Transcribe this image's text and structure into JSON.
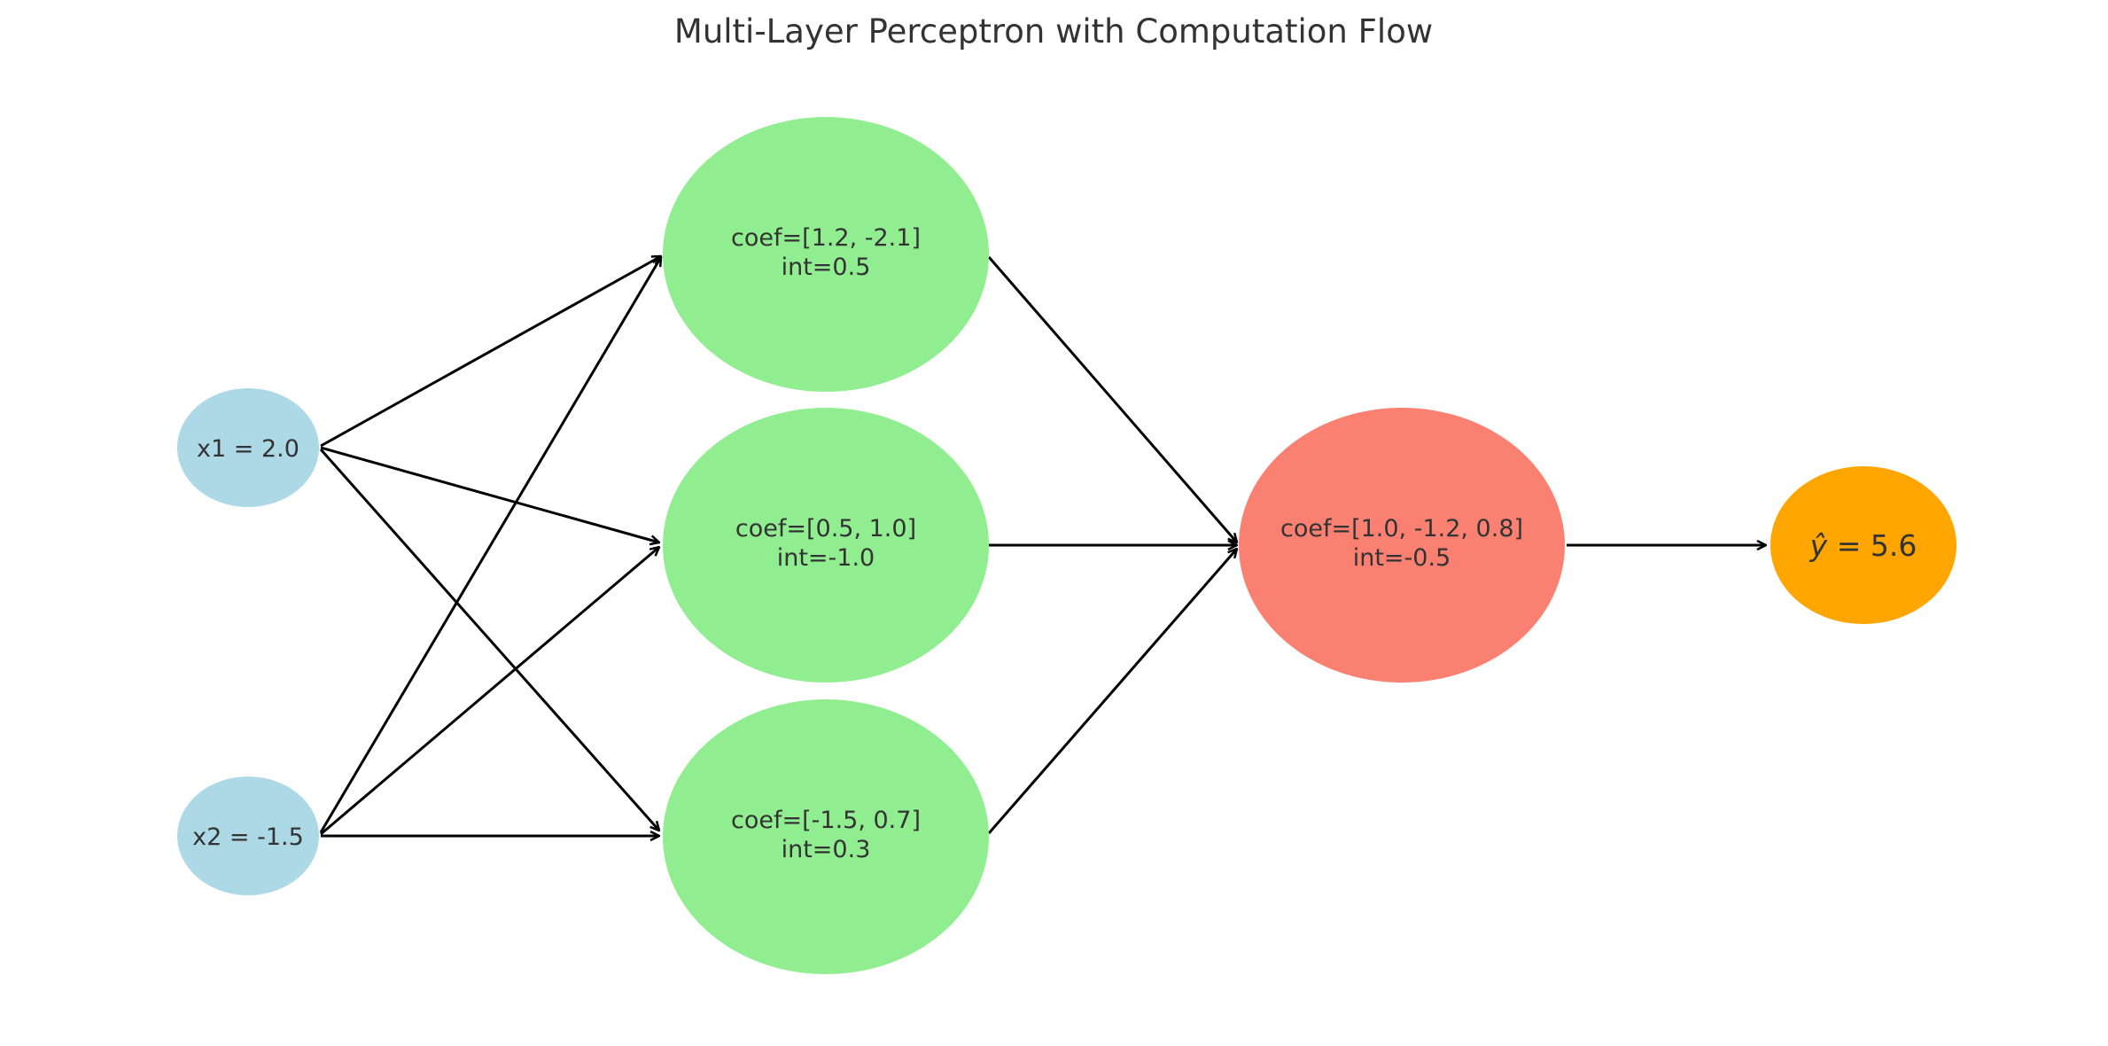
{
  "title": "Multi-Layer Perceptron with Computation Flow",
  "colors": {
    "input": "#add8e6",
    "hidden": "#90ee90",
    "output_layer": "#fa8072",
    "prediction": "#ffa500",
    "edge": "#000000",
    "text": "#333333"
  },
  "inputs": [
    {
      "label": "x1 = 2.0"
    },
    {
      "label": "x2 = -1.5"
    }
  ],
  "hidden": [
    {
      "coef": "coef=[1.2, -2.1]",
      "int": "int=0.5"
    },
    {
      "coef": "coef=[0.5, 1.0]",
      "int": "int=-1.0"
    },
    {
      "coef": "coef=[-1.5, 0.7]",
      "int": "int=0.3"
    }
  ],
  "output_layer": {
    "coef": "coef=[1.0, -1.2, 0.8]",
    "int": "int=-0.5"
  },
  "prediction": {
    "symbol": "ŷ",
    "text": " = 5.6"
  }
}
